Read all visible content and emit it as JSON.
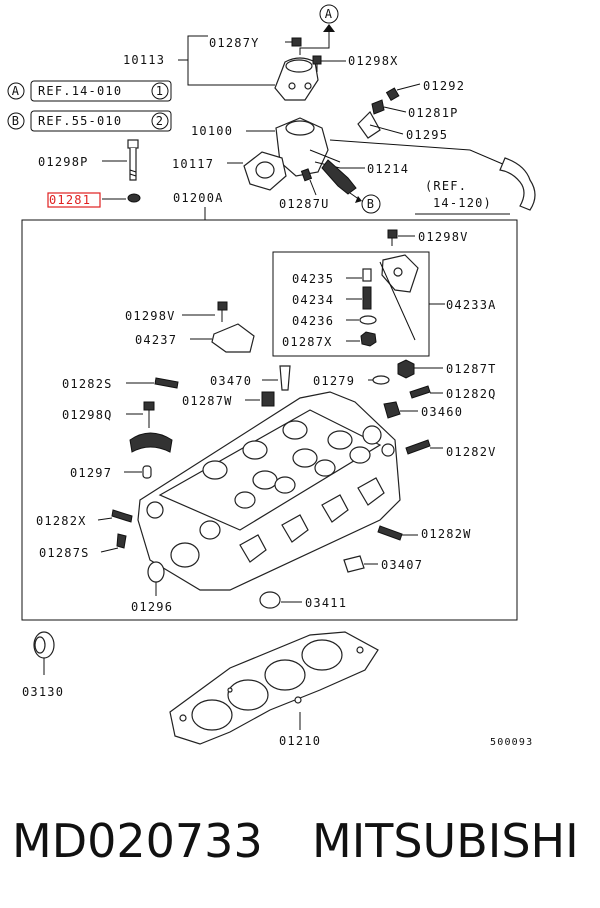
{
  "parts": {
    "p01287Y": "01287Y",
    "p10113": "10113",
    "p01298X": "01298X",
    "p01292": "01292",
    "p01281P": "01281P",
    "p01295": "01295",
    "p10100": "10100",
    "p10117": "10117",
    "p01298P": "01298P",
    "p01214": "01214",
    "p01287U": "01287U",
    "p01281": "01281",
    "p01200A": "01200A",
    "p01298V_a": "01298V",
    "p04235": "04235",
    "p04234": "04234",
    "p04236": "04236",
    "p01287X": "01287X",
    "p04233A": "04233A",
    "p01298V_b": "01298V",
    "p04237": "04237",
    "p03470": "03470",
    "p01279": "01279",
    "p01287T": "01287T",
    "p01282S": "01282S",
    "p01282Q": "01282Q",
    "p01287W": "01287W",
    "p01298Q": "01298Q",
    "p03460": "03460",
    "p01282V": "01282V",
    "p01297": "01297",
    "p01282X": "01282X",
    "p01282W": "01282W",
    "p01287S": "01287S",
    "p03407": "03407",
    "p01296": "01296",
    "p03411": "03411",
    "p03130": "03130",
    "p01210": "01210"
  },
  "refs": {
    "ref_a_text": "REF.14-010",
    "ref_a_num": "1",
    "ref_b_text": "REF.55-010",
    "ref_b_num": "2",
    "ref_a_letter": "A",
    "ref_b_letter": "B",
    "ref_14_120_line1": "(REF.",
    "ref_14_120_line2": "14-120)"
  },
  "arrows": {
    "a": "A",
    "b": "B"
  },
  "diagram_code": "500093",
  "footer": {
    "part_number": "MD020733",
    "brand": "MITSUBISHI"
  },
  "colors": {
    "highlight": "#e02020",
    "ink": "#111111"
  }
}
